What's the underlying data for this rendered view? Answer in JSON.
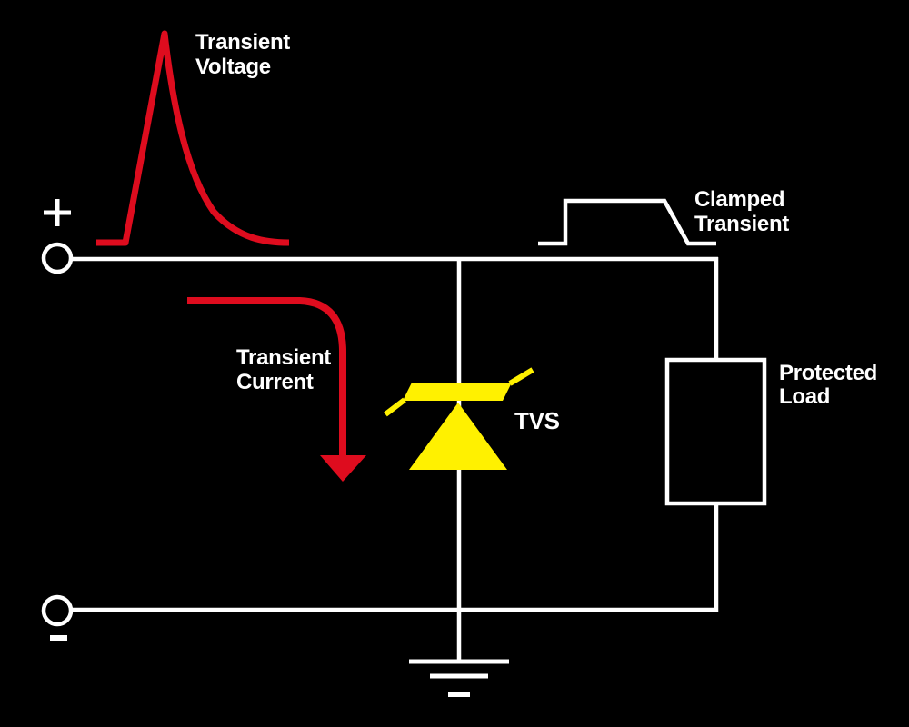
{
  "colors": {
    "bg": "#000000",
    "wire": "#ffffff",
    "red": "#de0c1e",
    "yellow": "#fff100",
    "text": "#ffffff"
  },
  "terminals": {
    "plus_symbol": "+",
    "minus_symbol": "-"
  },
  "icons": {
    "plus_terminal": "plus-terminal-icon",
    "minus_terminal": "minus-terminal-icon",
    "ground": "ground-icon"
  },
  "labels": {
    "transient_voltage": [
      "Transient",
      "Voltage"
    ],
    "clamped_transient": [
      "Clamped",
      "Transient"
    ],
    "transient_current": [
      "Transient",
      "Current"
    ],
    "tvs": "TVS",
    "protected_load": [
      "Protected",
      "Load"
    ]
  }
}
